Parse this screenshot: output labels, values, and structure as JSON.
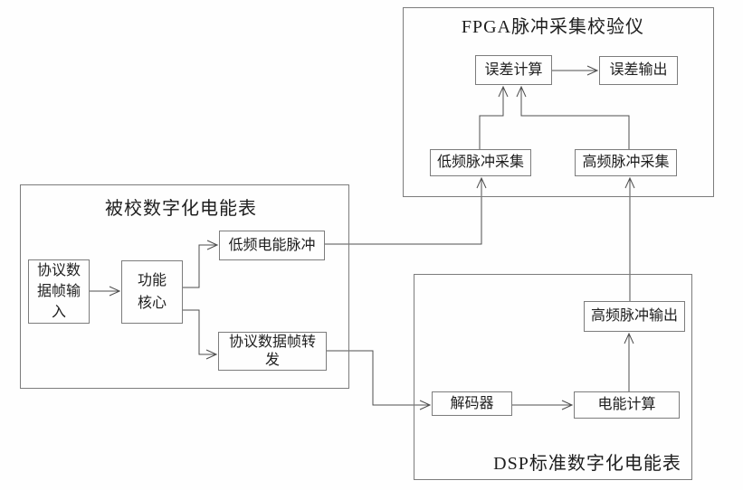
{
  "diagram": {
    "type": "block-diagram",
    "colors": {
      "background": "#fefefe",
      "box_border": "#7c7c7c",
      "line": "#4d4d4d",
      "text": "#1e1e1e"
    },
    "containers": {
      "meter": {
        "title": "被校数字化电能表"
      },
      "fpga": {
        "title": "FPGA脉冲采集校验仪"
      },
      "dsp": {
        "title": "DSP标准数字化电能表"
      }
    },
    "nodes": {
      "protocol_input": {
        "label": "协议数\n据帧输\n入"
      },
      "function_core": {
        "label": "功能\n核心"
      },
      "lf_energy_pulse": {
        "label": "低频电能脉冲"
      },
      "protocol_forward": {
        "label": "协议数据帧转\n发"
      },
      "error_calc": {
        "label": "误差计算"
      },
      "error_output": {
        "label": "误差输出"
      },
      "lf_pulse_capture": {
        "label": "低频脉冲采集"
      },
      "hf_pulse_capture": {
        "label": "高频脉冲采集"
      },
      "decoder": {
        "label": "解码器"
      },
      "energy_calc": {
        "label": "电能计算"
      },
      "hf_pulse_output": {
        "label": "高频脉冲输出"
      }
    },
    "connections": [
      {
        "from": "protocol_input",
        "to": "function_core"
      },
      {
        "from": "function_core",
        "to": "lf_energy_pulse"
      },
      {
        "from": "function_core",
        "to": "protocol_forward"
      },
      {
        "from": "lf_energy_pulse",
        "to": "lf_pulse_capture"
      },
      {
        "from": "protocol_forward",
        "to": "decoder"
      },
      {
        "from": "decoder",
        "to": "energy_calc"
      },
      {
        "from": "energy_calc",
        "to": "hf_pulse_output"
      },
      {
        "from": "hf_pulse_output",
        "to": "hf_pulse_capture"
      },
      {
        "from": "lf_pulse_capture",
        "to": "error_calc"
      },
      {
        "from": "hf_pulse_capture",
        "to": "error_calc"
      },
      {
        "from": "error_calc",
        "to": "error_output"
      }
    ]
  }
}
